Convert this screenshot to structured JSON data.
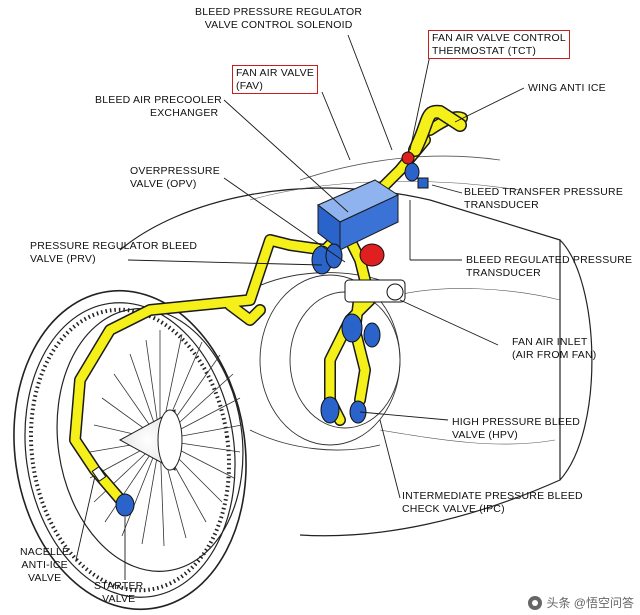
{
  "labels": {
    "solenoid": [
      "BLEED PRESSURE REGULATOR",
      "VALVE CONTROL SOLENOID"
    ],
    "tct": [
      "FAN AIR VALVE CONTROL",
      "THERMOSTAT (TCT)"
    ],
    "fav": [
      "FAN AIR VALVE",
      "(FAV)"
    ],
    "wing_anti_ice": [
      "WING ANTI ICE"
    ],
    "precooler": [
      "BLEED AIR PRECOOLER",
      "EXCHANGER"
    ],
    "opv": [
      "OVERPRESSURE",
      "VALVE (OPV)"
    ],
    "bleed_transfer": [
      "BLEED TRANSFER PRESSURE",
      "TRANSDUCER"
    ],
    "prv": [
      "PRESSURE REGULATOR BLEED",
      "VALVE (PRV)"
    ],
    "bleed_regulated": [
      "BLEED REGULATED PRESSURE",
      "TRANSDUCER"
    ],
    "fan_air_inlet": [
      "FAN AIR INLET",
      "(AIR FROM FAN)"
    ],
    "hpv": [
      "HIGH PRESSURE BLEED",
      "VALVE (HPV)"
    ],
    "ipc": [
      "INTERMEDIATE PRESSURE BLEED",
      "CHECK VALVE (IPC)"
    ],
    "nacelle": [
      "NACELLE",
      "ANTI-ICE",
      "VALVE"
    ],
    "starter": [
      "STARTER",
      "VALVE"
    ]
  },
  "watermark": "头条 @悟空问答",
  "colors": {
    "duct_yellow": "#f5ef1a",
    "valve_blue": "#2a63c9",
    "valve_red": "#e02020",
    "highlight_border": "#c81e1e",
    "line": "#1a1a1a"
  }
}
